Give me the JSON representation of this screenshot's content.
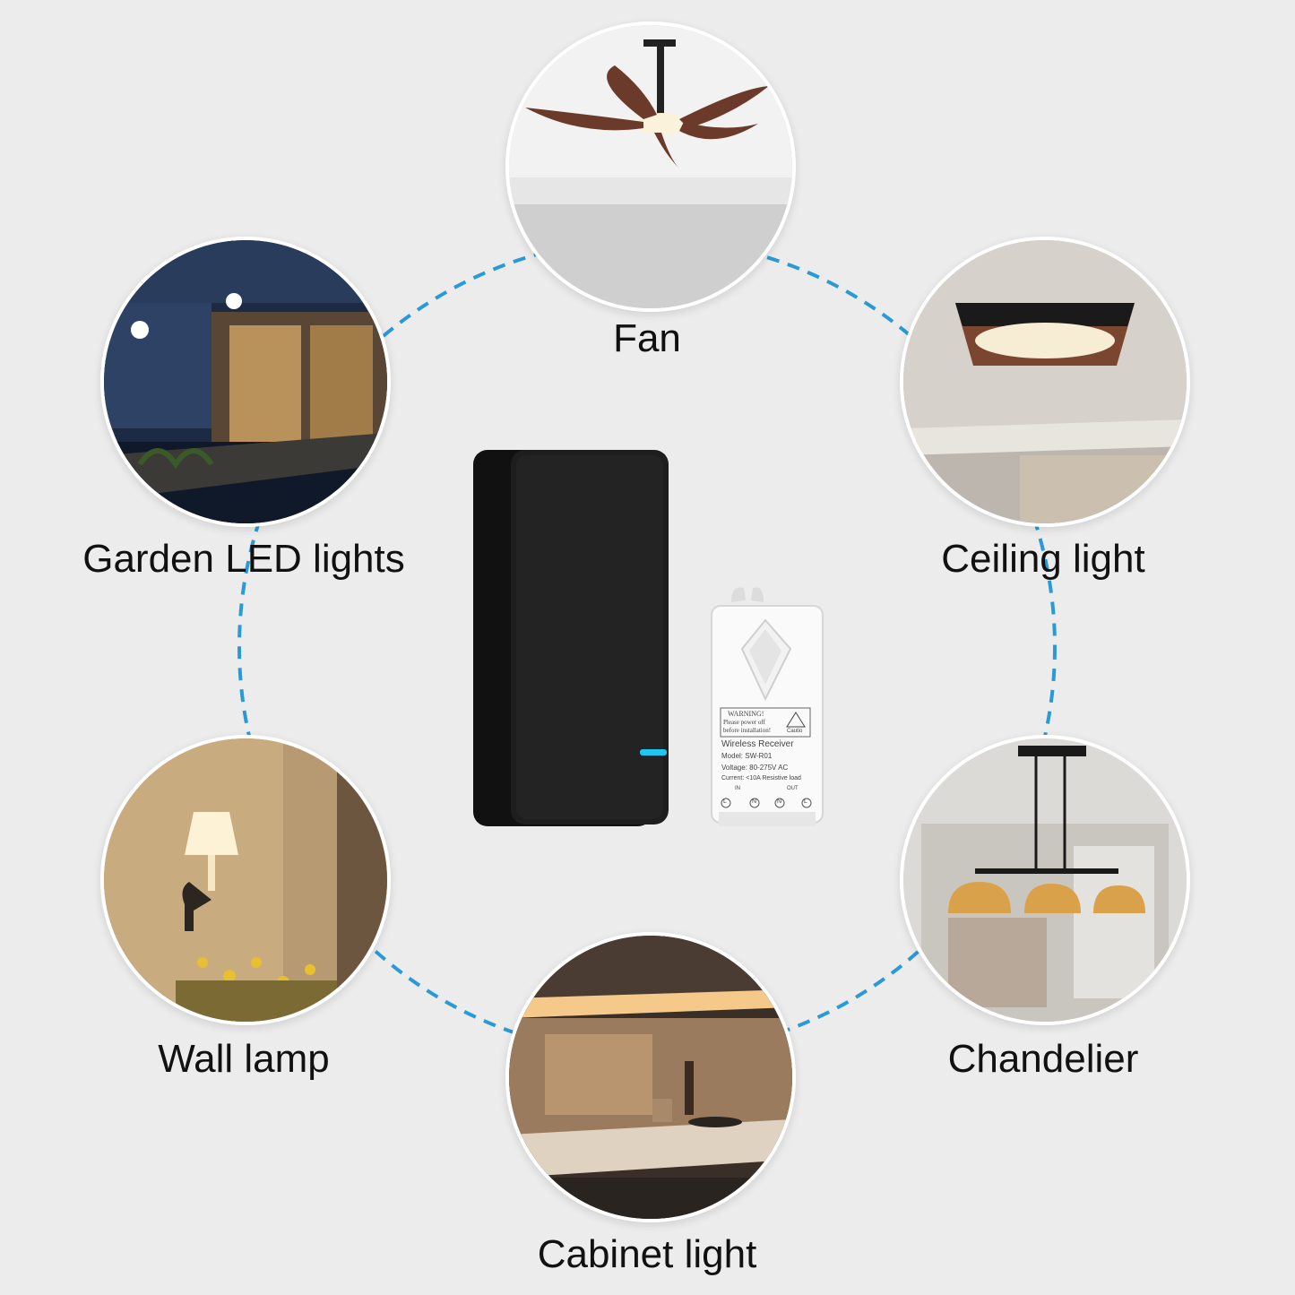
{
  "applications": [
    {
      "id": "fan",
      "label": "Fan"
    },
    {
      "id": "garden",
      "label": "Garden LED lights"
    },
    {
      "id": "ceiling",
      "label": "Ceiling light"
    },
    {
      "id": "wall",
      "label": "Wall lamp"
    },
    {
      "id": "chandelier",
      "label": "Chandelier"
    },
    {
      "id": "cabinet",
      "label": "Cabinet light"
    }
  ],
  "receiver": {
    "warning_title": "WARNING!",
    "warning_line1": "Please power off",
    "warning_line2": "before installation!",
    "caution": "Cautio",
    "name": "Wireless Receiver",
    "model": "Model: SW-R01",
    "voltage": "Voltage: 80-275V AC",
    "current": "Current: <10A Resistive load",
    "in_label": "IN",
    "out_label": "OUT",
    "terminals": [
      "L",
      "N",
      "N",
      "L"
    ]
  },
  "colors": {
    "background": "#ececec",
    "dash_ring": "#2a9ad6",
    "switch_black": "#1a1a1a",
    "led_blue": "#1fc7f0"
  }
}
